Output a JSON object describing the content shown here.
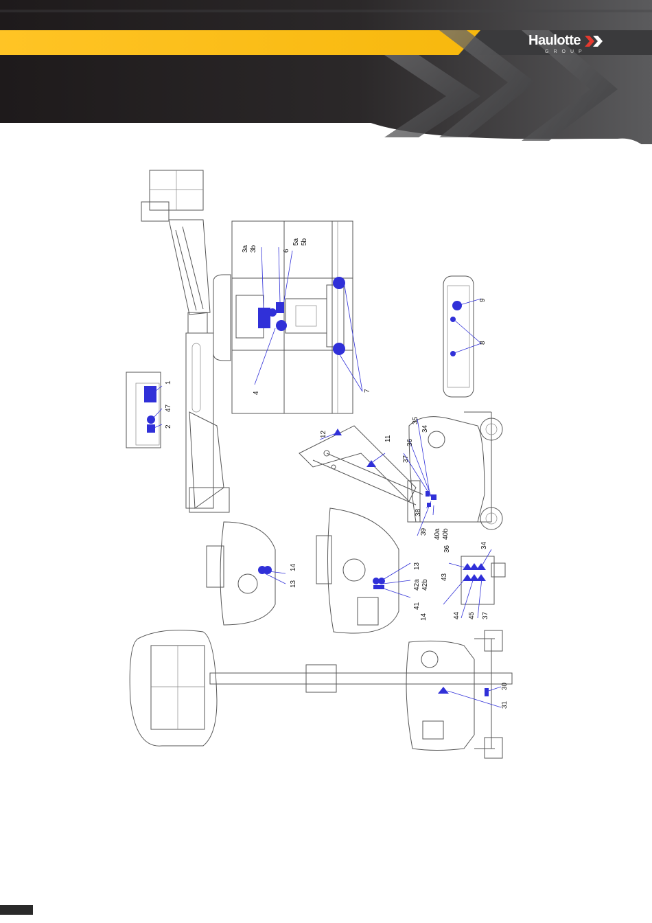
{
  "brand": {
    "name": "Haulotte",
    "sub": "GROUP",
    "accent_color": "#ffc425",
    "dark_color": "#1e1a1b",
    "brand_red": "#e53a2f"
  },
  "callouts": {
    "c1": "1",
    "c2": "2",
    "c47": "47",
    "c3a": "3a",
    "c3b": "3b",
    "c4": "4",
    "c5a": "5a",
    "c5b": "5b",
    "c6": "6",
    "c7": "7",
    "c8": "8",
    "c9": "9",
    "c11": "11",
    "c12": "12",
    "c34": "34",
    "c35": "35",
    "c36": "36",
    "c37": "37",
    "c38": "38",
    "c39": "39",
    "c40a": "40a",
    "c40b": "40b",
    "c13a": "13",
    "c14a": "14",
    "c13b": "13",
    "c14b": "14",
    "c41": "41",
    "c42a": "42a",
    "c42b": "42b",
    "c43": "43",
    "c44": "44",
    "c45": "45",
    "c36b": "36",
    "c34b": "34",
    "c37b": "37",
    "c30": "30",
    "c31": "31"
  },
  "icons": [
    "logo-chevron-icon"
  ]
}
